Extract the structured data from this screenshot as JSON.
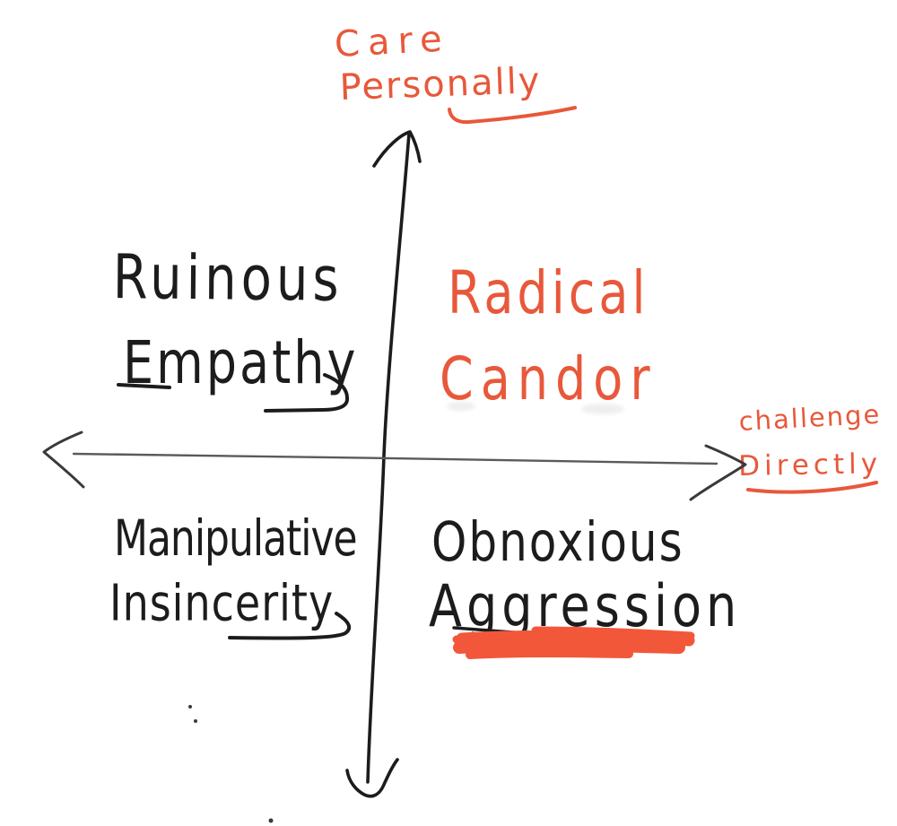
{
  "colors": {
    "ink": "#1c1c1e",
    "accent": "#e8583a",
    "highlight": "#f2573a",
    "axis-line": "#5a5a5a",
    "background": "#ffffff"
  },
  "axes": {
    "vertical": {
      "line1": "Care",
      "line2": "Personally"
    },
    "horizontal": {
      "line1": "challenge",
      "line2": "Directly"
    }
  },
  "quadrants": {
    "top_left": {
      "line1": "Ruinous",
      "line2": "Empathy"
    },
    "top_right": {
      "line1": "Radical",
      "line2": "Candor"
    },
    "bottom_left": {
      "line1": "Manipulative",
      "line2": "Insincerity"
    },
    "bottom_right": {
      "line1": "Obnoxious",
      "line2": "Aggression"
    }
  }
}
